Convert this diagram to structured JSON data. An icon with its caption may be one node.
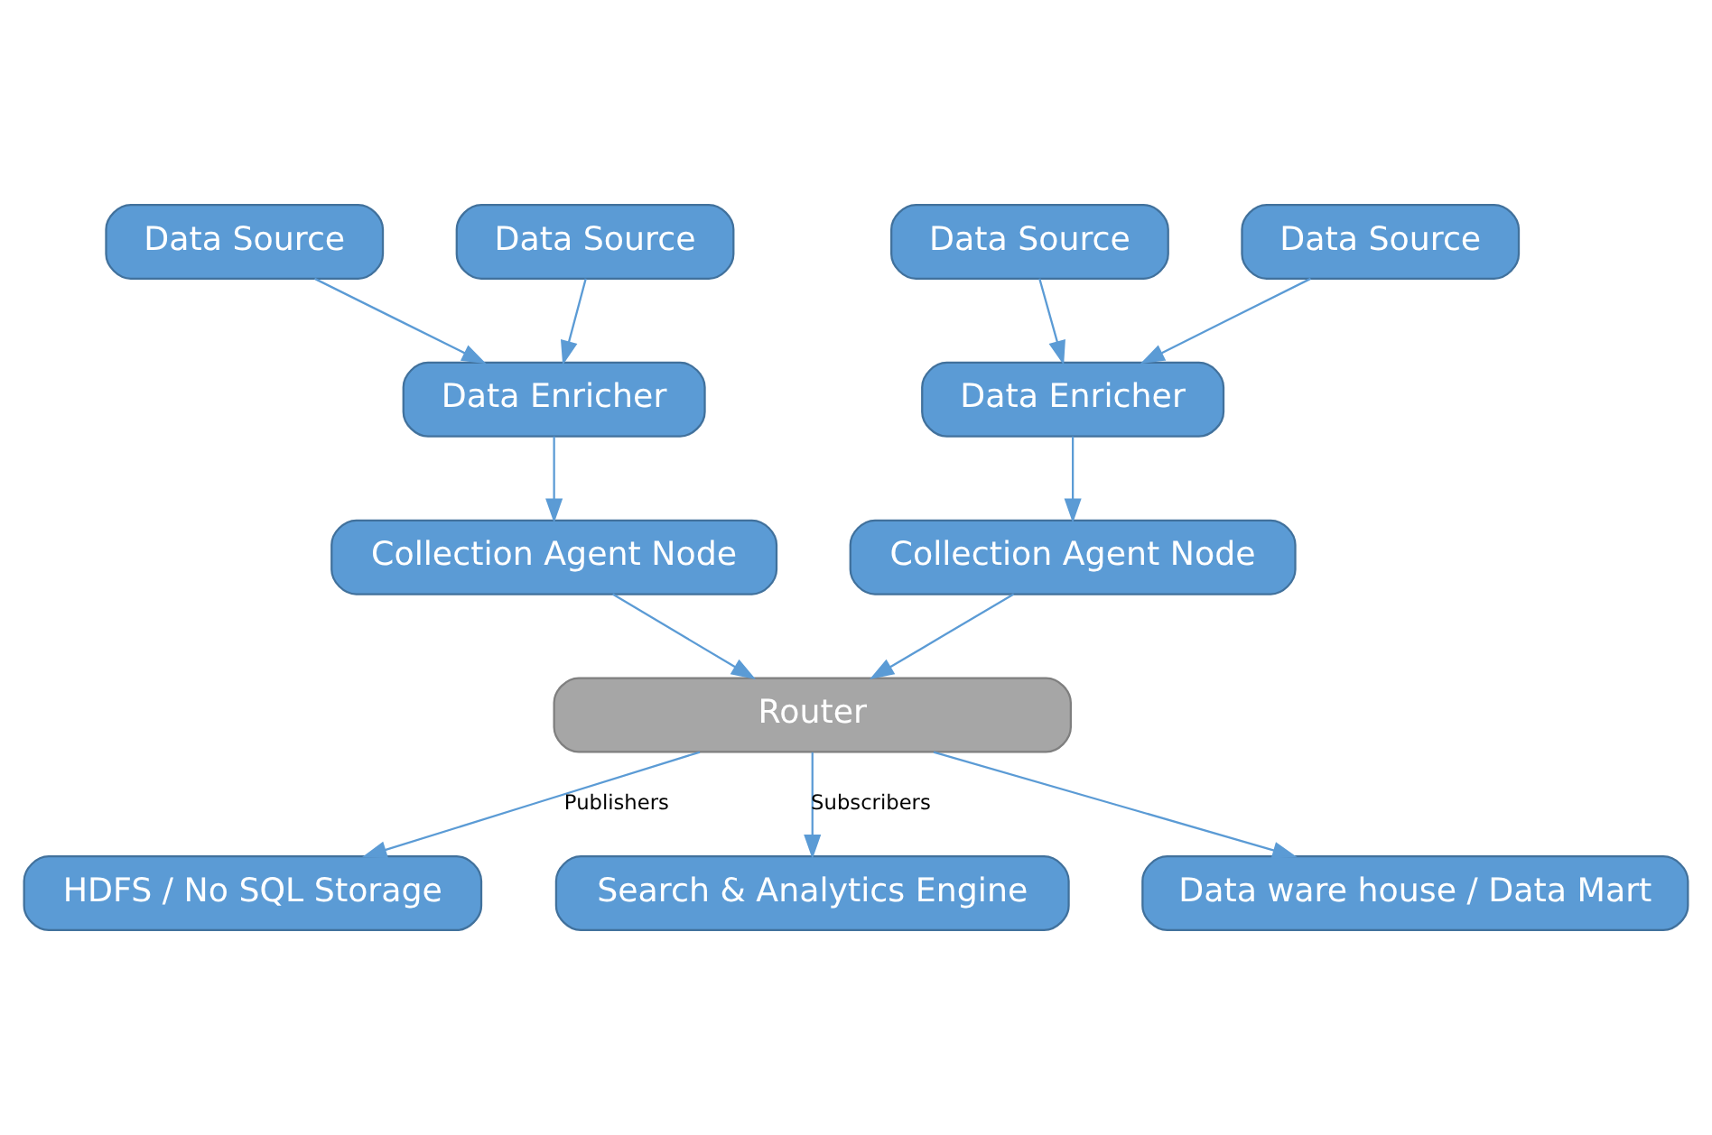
{
  "diagram": {
    "nodes": [
      {
        "text": [
          "Data Source"
        ]
      },
      {
        "text": [
          "Data Source"
        ]
      },
      {
        "text": [
          "Data Source"
        ]
      },
      {
        "text": [
          "Data Source"
        ]
      },
      {
        "text": [
          "Data Enricher"
        ]
      },
      {
        "text": [
          "Data Enricher"
        ]
      },
      {
        "text": [
          "Collection Agent Node"
        ]
      },
      {
        "text": [
          "Collection Agent Node"
        ]
      },
      {
        "text": [
          "Router"
        ]
      },
      {
        "text": [
          "HDFS / No SQL Storage"
        ]
      },
      {
        "text": [
          "Search & Analytics Engine"
        ]
      },
      {
        "text": [
          "Data ware house / Data Mart"
        ]
      }
    ],
    "edges": [
      {
        "from": 0,
        "to": 4,
        "arrow": "to"
      },
      {
        "from": 1,
        "to": 4,
        "arrow": "to"
      },
      {
        "from": 2,
        "to": 5,
        "arrow": "to"
      },
      {
        "from": 3,
        "to": 5,
        "arrow": "to"
      },
      {
        "from": 4,
        "to": 6,
        "arrow": "to"
      },
      {
        "from": 5,
        "to": 7,
        "arrow": "to"
      },
      {
        "from": 6,
        "to": 8,
        "arrow": "to"
      },
      {
        "from": 7,
        "to": 8,
        "arrow": "to"
      },
      {
        "from": 8,
        "to": 9,
        "arrow": "to",
        "label": "Publishers"
      },
      {
        "from": 8,
        "to": 10,
        "arrow": "to",
        "label": "Subscribers"
      },
      {
        "from": 8,
        "to": 11,
        "arrow": "to"
      }
    ]
  }
}
